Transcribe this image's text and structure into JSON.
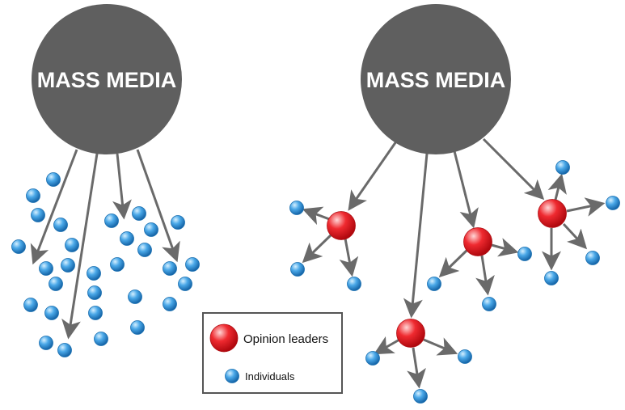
{
  "panels": [
    {
      "id": "direct",
      "hub_label": "MASS MEDIA"
    },
    {
      "id": "two-step",
      "hub_label": "MASS MEDIA"
    }
  ],
  "legend": {
    "opinion_leaders_label": "Opinion leaders",
    "individuals_label": "Individuals"
  },
  "colors": {
    "hub": "#5f5f5f",
    "hub_text": "#ffffff",
    "arrow": "#6a6a6a",
    "opinion_leader": "#e8232a",
    "individual": "#2f8fd6",
    "legend_border": "#555555"
  }
}
